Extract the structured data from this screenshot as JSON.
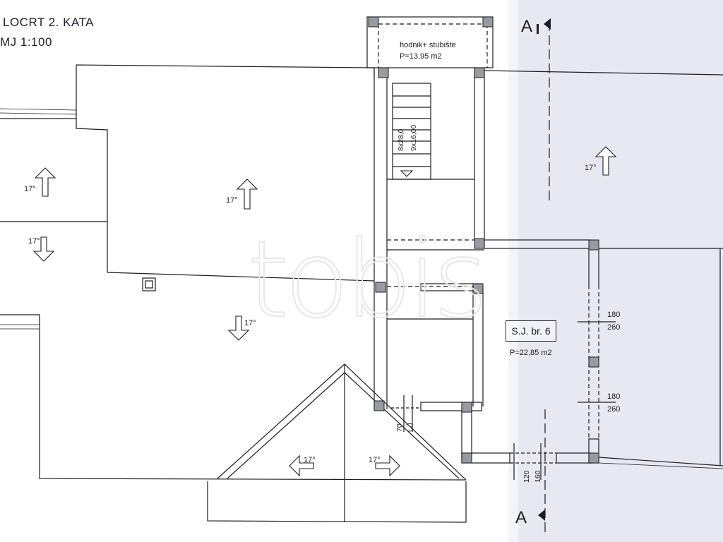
{
  "header": {
    "title": "LOCRT  2. KATA",
    "scale": "MJ 1:100"
  },
  "watermark": "tobis",
  "rooms": {
    "corridor": {
      "name": "hodnik+ stubište",
      "area": "P=13,95 m2"
    },
    "unit": {
      "name": "S.J. br. 6",
      "area": "P=22,85 m2"
    }
  },
  "stairs": {
    "steps_a": "8x28,0",
    "steps_b": "9x16,00"
  },
  "roof_slopes": [
    "17°",
    "17°",
    "17°",
    "17°",
    "17°",
    "17°",
    "17°"
  ],
  "openings": {
    "window_top": {
      "width": "180",
      "height": "260"
    },
    "window_bottom": {
      "width": "180",
      "height": "260"
    },
    "door_small": {
      "width": "70",
      "height": "(..)"
    },
    "door_bottom": {
      "width": "120",
      "height": "160"
    }
  },
  "section_marker": "A",
  "colors": {
    "ink": "#1c1c24",
    "shade": "#e6e6f2",
    "wall_fill": "#ffffff"
  }
}
